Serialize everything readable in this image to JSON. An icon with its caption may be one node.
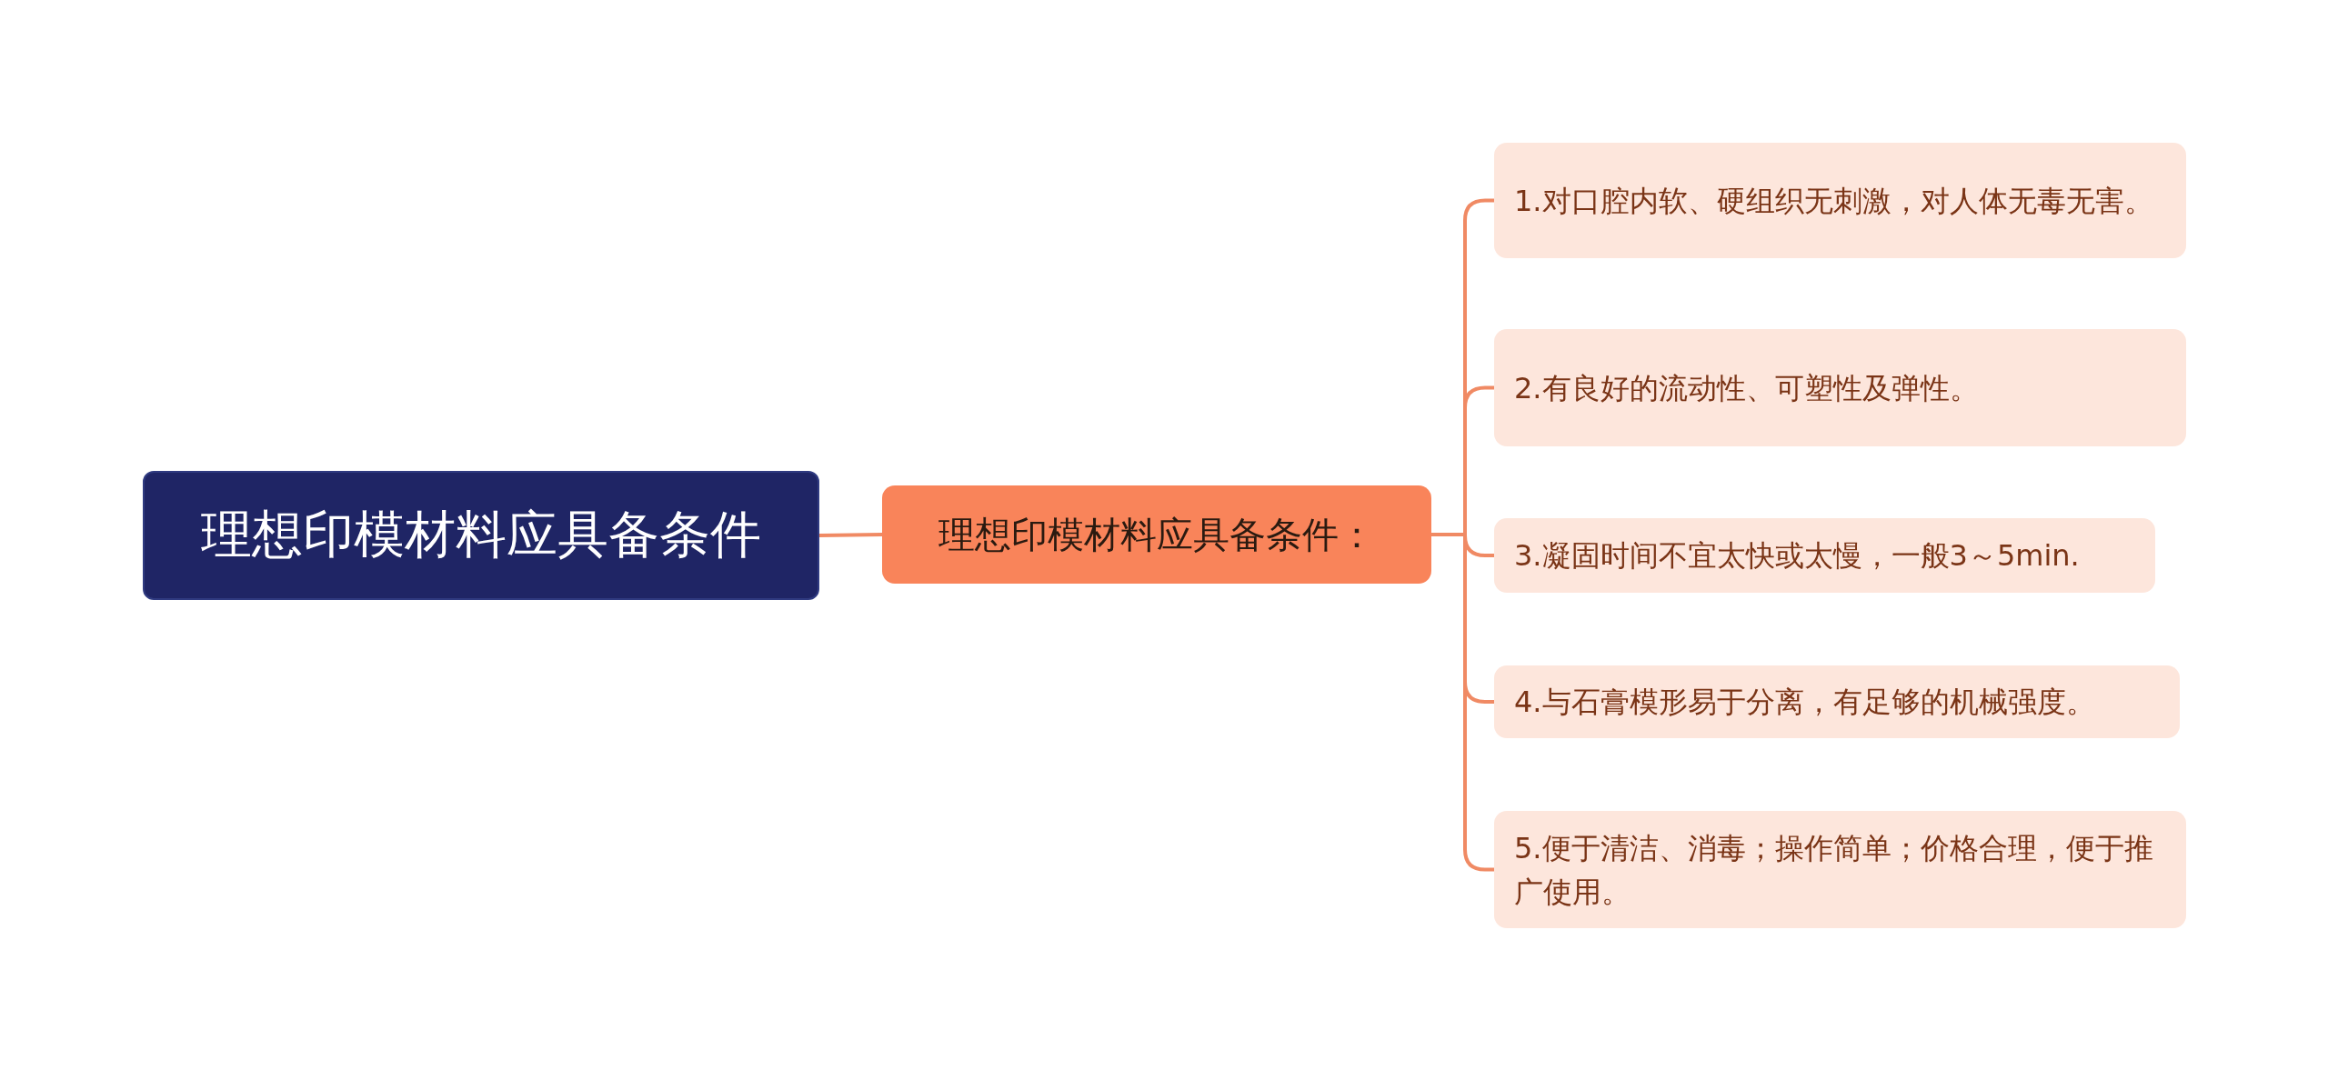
{
  "diagram": {
    "nodes": [
      {
        "text": [
          "理想印模材料应具备条件"
        ]
      },
      {
        "text": [
          "理想印模材料应具备条件："
        ]
      },
      {
        "text": [
          "1.对口腔内软、硬组织无刺激，对人体无毒无害。"
        ]
      },
      {
        "text": [
          "2.有良好的流动性、可塑性及弹性。"
        ]
      },
      {
        "text": [
          "3.凝固时间不宜太快或太慢，一般3～5min."
        ]
      },
      {
        "text": [
          "4.与石膏模形易于分离，有足够的机械强度。"
        ]
      },
      {
        "text": [
          "5.便于清洁、消毒；操作简单；价格合理，便于推广使用。"
        ]
      }
    ],
    "edges": [
      {
        "from": 0,
        "to": 1,
        "arrow": "none"
      },
      {
        "from": 1,
        "to": 2,
        "arrow": "none"
      },
      {
        "from": 1,
        "to": 3,
        "arrow": "none"
      },
      {
        "from": 1,
        "to": 4,
        "arrow": "none"
      },
      {
        "from": 1,
        "to": 5,
        "arrow": "none"
      },
      {
        "from": 1,
        "to": 6,
        "arrow": "none"
      }
    ]
  }
}
